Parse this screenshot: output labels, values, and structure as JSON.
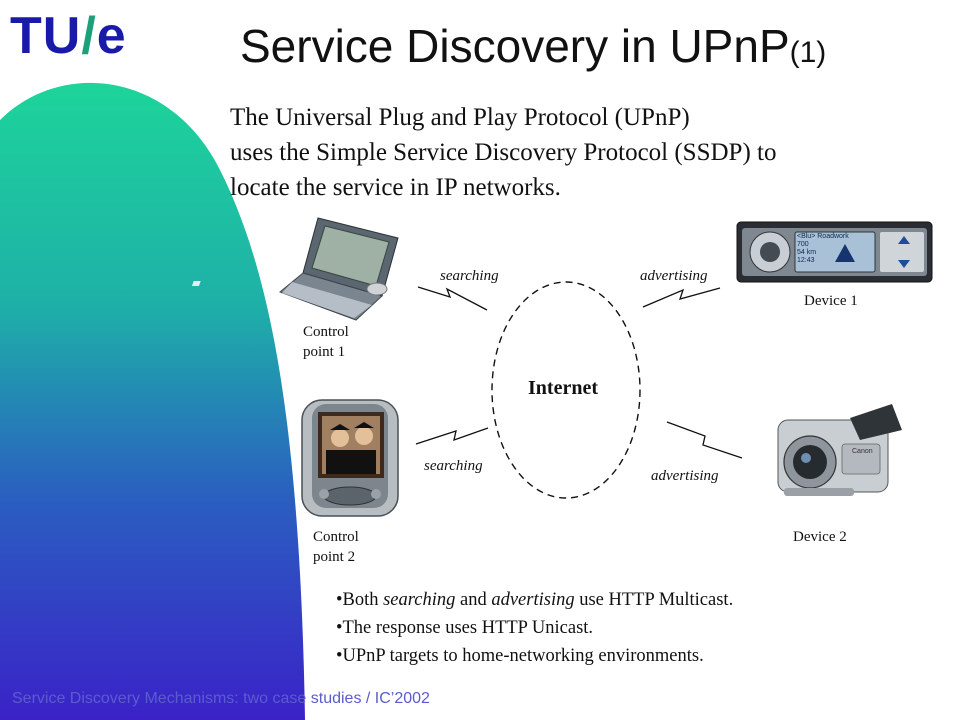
{
  "logo": {
    "tu": "TU",
    "slash": "/",
    "e": "e"
  },
  "title": {
    "main": "Service Discovery in UPnP",
    "sub": "(1)"
  },
  "intro": [
    "The Universal Plug and Play Protocol (UPnP)",
    "uses the Simple Service Discovery Protocol (SSDP) to",
    "locate the service in IP networks."
  ],
  "diagram": {
    "cloud_label": "Internet",
    "control_point_1": [
      "Control",
      "point 1"
    ],
    "control_point_2": [
      "Control",
      "point 2"
    ],
    "device_1": "Device 1",
    "device_2": "Device 2",
    "searching_label": "searching",
    "advertising_label": "advertising",
    "device_1_display": {
      "brand": "<Blu>",
      "station": "Roadwork",
      "value1": "700",
      "value2": "54 km",
      "time": "12:43"
    },
    "camcorder_brand": "Canon"
  },
  "bullets": {
    "b1": {
      "pre": "Both ",
      "em1": "searching",
      "mid": " and ",
      "em2": "advertising",
      "post": " use HTTP Multicast."
    },
    "b2": "The response uses HTTP Unicast.",
    "b3": "UPnP targets to home-networking environments."
  },
  "footer": "Service Discovery Mechanisms: two case studies / IC’2002",
  "colors": {
    "logo_blue": "#1a1aa8",
    "logo_green": "#1aa07a",
    "gradient_top": "#1dd09a",
    "gradient_bottom": "#3a22c8",
    "footer": "#5b5bd0"
  }
}
